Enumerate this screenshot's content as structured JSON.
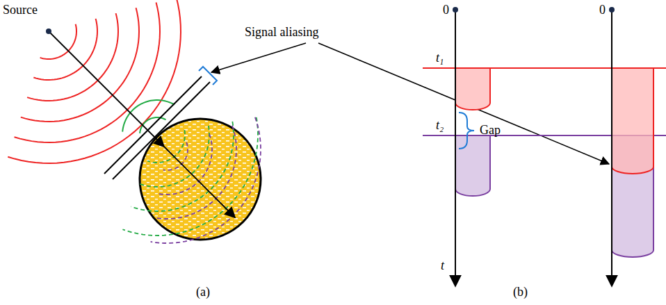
{
  "diagram": {
    "labels": [
      "Source",
      "Signal aliasing",
      "0",
      "0",
      "t₁",
      "Gap",
      "t₂",
      "t",
      "(a)",
      "(b)"
    ]
  }
}
